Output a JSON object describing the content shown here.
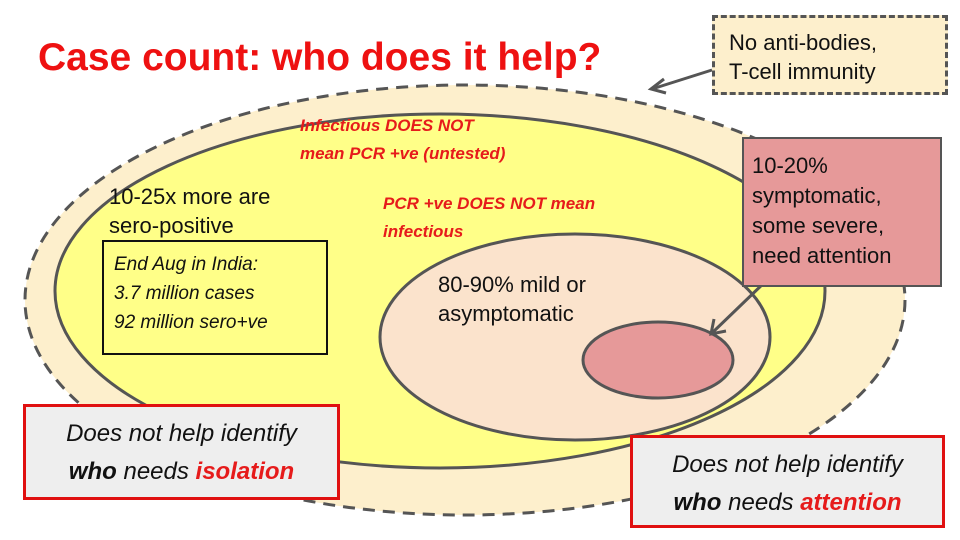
{
  "title": "Case count: who does it help?",
  "note_box": {
    "line1": "No anti-bodies,",
    "line2": "T-cell immunity"
  },
  "infectious_label": {
    "line1": "Infectious DOES NOT",
    "line2": "mean PCR +ve (untested)"
  },
  "sero_label": {
    "line1": "10-25x more are",
    "line2": "sero-positive"
  },
  "pcr_label": {
    "line1": "PCR +ve DOES NOT mean",
    "line2": "infectious"
  },
  "stats_box": {
    "line1": "End Aug in India:",
    "line2": "3.7 million cases",
    "line3": "92 million sero+ve"
  },
  "mild_label": {
    "line1": "80-90% mild or",
    "line2": "asymptomatic"
  },
  "symptomatic_box": {
    "line1": "10-20%",
    "line2": "symptomatic,",
    "line3": "some severe,",
    "line4": "need attention"
  },
  "callout_isolation": {
    "line1": "Does not help identify",
    "who": "who",
    "needs": " needs ",
    "target": "isolation"
  },
  "callout_attention": {
    "line1": "Does not help identify",
    "who": "who",
    "needs": " needs ",
    "target": "attention"
  },
  "colors": {
    "title": "#ee1111",
    "outer": "#fdefcc",
    "yellow": "#ffff88",
    "peach": "#fbe3cc",
    "pink": "#e69999"
  }
}
